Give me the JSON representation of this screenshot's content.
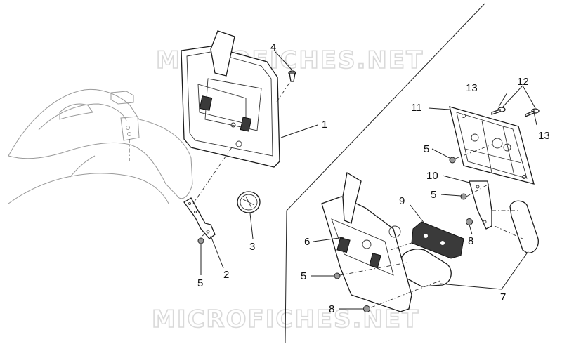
{
  "watermark": "MICROFICHES.NET",
  "callouts": [
    "1",
    "2",
    "3",
    "4",
    "5",
    "5",
    "5",
    "5",
    "6",
    "7",
    "8",
    "8",
    "9",
    "10",
    "11",
    "12",
    "13",
    "13"
  ],
  "colors": {
    "line": "#1a1a1a",
    "fender": "#9a9a9a",
    "watermark": "#d9d9d9",
    "reflector": "#3a3a3a"
  }
}
